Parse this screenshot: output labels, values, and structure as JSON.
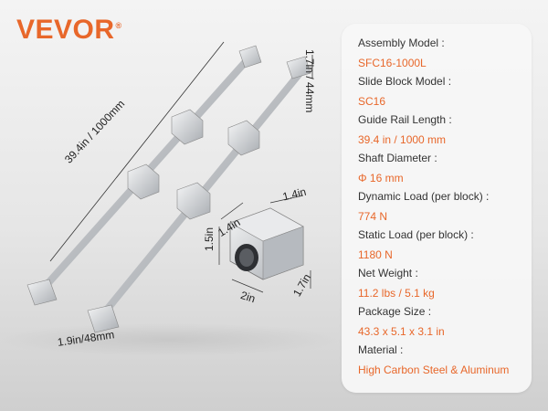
{
  "brand": {
    "name": "VEVOR",
    "mark": "®",
    "color": "#e8672a"
  },
  "dimensions": {
    "rail_length": "39.4in / 1000mm",
    "support_height": "1.7in / 44mm",
    "base_width": "1.9in/48mm",
    "block_top": "1.4in",
    "block_depth": "1.4in",
    "block_height": "1.5in",
    "block_width": "2in",
    "block_length": "1.7in"
  },
  "specs": [
    {
      "label": "Assembly Model :",
      "value": "SFC16-1000L"
    },
    {
      "label": "Slide Block Model :",
      "value": "SC16"
    },
    {
      "label": "Guide Rail Length :",
      "value": "39.4 in / 1000 mm"
    },
    {
      "label": "Shaft Diameter :",
      "value": "Φ 16 mm"
    },
    {
      "label": "Dynamic Load (per block) :",
      "value": "774 N"
    },
    {
      "label": "Static Load (per block) :",
      "value": "1180 N"
    },
    {
      "label": "Net Weight :",
      "value": "11.2 lbs / 5.1 kg"
    },
    {
      "label": "Package Size :",
      "value": "43.3 x 5.1 x 3.1 in"
    },
    {
      "label": "Material :",
      "value": "High Carbon Steel & Aluminum"
    }
  ],
  "colors": {
    "accent": "#e8672a",
    "metal": "#c9ccd0"
  }
}
